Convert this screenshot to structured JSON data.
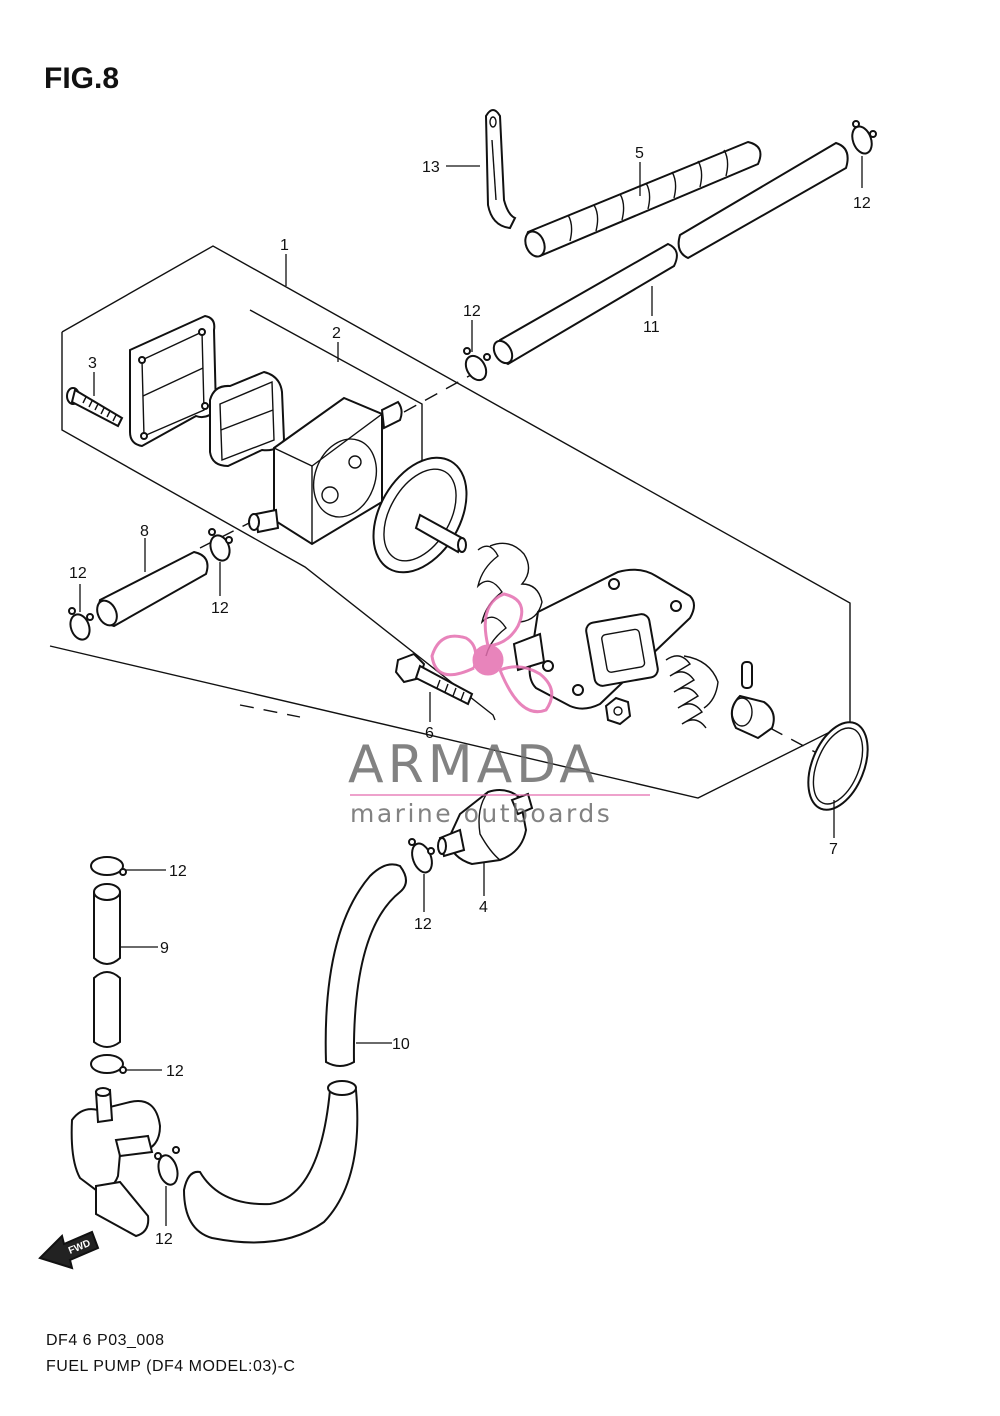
{
  "figure": {
    "title": "FIG.8"
  },
  "callouts": {
    "c1": "1",
    "c2": "2",
    "c3": "3",
    "c4": "4",
    "c5": "5",
    "c6": "6",
    "c7": "7",
    "c8": "8",
    "c9": "9",
    "c10": "10",
    "c11": "11",
    "c12": "12",
    "c13": "13"
  },
  "watermark": {
    "brand": "ARMADA",
    "tagline": "marine outboards"
  },
  "direction_arrow": {
    "label": "FWD"
  },
  "footer": {
    "code": "DF4 6 P03_008",
    "title": "FUEL PUMP (DF4 MODEL:03)-C"
  },
  "colors": {
    "line": "#111111",
    "watermark_text": "#6d6d6d",
    "watermark_logo": "#e46fb0"
  }
}
